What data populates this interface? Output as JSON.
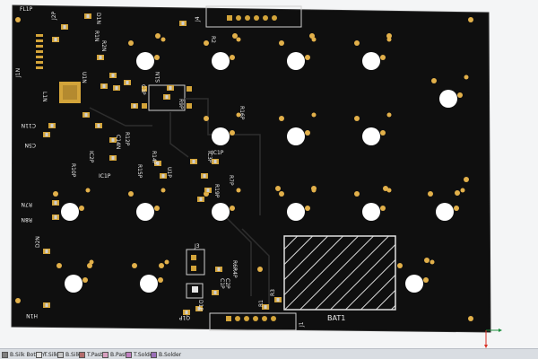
{
  "board": {
    "silk_labels": [
      {
        "id": "j4",
        "text": "J4"
      },
      {
        "id": "j1",
        "text": "J1"
      },
      {
        "id": "j3",
        "text": "J3"
      },
      {
        "id": "bat1",
        "text": "BAT1"
      },
      {
        "id": "s1n",
        "text": "S1N"
      },
      {
        "id": "r2",
        "text": "R2"
      },
      {
        "id": "r3",
        "text": "R3"
      },
      {
        "id": "r1",
        "text": "R1"
      },
      {
        "id": "r16p",
        "text": "R16P"
      },
      {
        "id": "r19p",
        "text": "R19P"
      },
      {
        "id": "r15p",
        "text": "R15P"
      },
      {
        "id": "r14p",
        "text": "R14P"
      },
      {
        "id": "r12p",
        "text": "R12P"
      },
      {
        "id": "r10p",
        "text": "R10P"
      },
      {
        "id": "r9p",
        "text": "R9P"
      },
      {
        "id": "r7p",
        "text": "R7P"
      },
      {
        "id": "r8n",
        "text": "R8N"
      },
      {
        "id": "r7n",
        "text": "R7N"
      },
      {
        "id": "r2n",
        "text": "R2N"
      },
      {
        "id": "r1n",
        "text": "R1N"
      },
      {
        "id": "r4p",
        "text": "R4P"
      },
      {
        "id": "u1p",
        "text": "U1P"
      },
      {
        "id": "c1p",
        "text": "C1P"
      },
      {
        "id": "c2p",
        "text": "C2P"
      },
      {
        "id": "c3p",
        "text": "C3P"
      },
      {
        "id": "c5n",
        "text": "C5N"
      },
      {
        "id": "c11n",
        "text": "C11N"
      },
      {
        "id": "c14n",
        "text": "C14N"
      },
      {
        "id": "ic2p",
        "text": "IC2P"
      },
      {
        "id": "ic3p",
        "text": "IC3P"
      },
      {
        "id": "ic1p",
        "text": "IC1P"
      },
      {
        "id": "ic1p2",
        "text": "IC1P"
      },
      {
        "id": "d1n",
        "text": "D1N"
      },
      {
        "id": "d2n",
        "text": "D2N"
      },
      {
        "id": "j1n",
        "text": "J1N"
      },
      {
        "id": "j2p",
        "text": "J2P"
      },
      {
        "id": "h1n",
        "text": "H1N"
      },
      {
        "id": "fl1p",
        "text": "FL1P"
      },
      {
        "id": "l1n",
        "text": "L1N"
      },
      {
        "id": "u1n",
        "text": "U1N"
      },
      {
        "id": "r6p",
        "text": "R6P"
      },
      {
        "id": "d1p",
        "text": "D1P"
      },
      {
        "id": "q1p",
        "text": "Q1P"
      }
    ]
  },
  "status": {
    "layers": [
      {
        "label": "B.Silk Bottom",
        "color": "#7f7f7f"
      },
      {
        "label": "T.Silk",
        "color": "#e0e0e0"
      },
      {
        "label": "B.Silk",
        "color": "#c8c8c8"
      },
      {
        "label": "T.Paste",
        "color": "#b36b6b"
      },
      {
        "label": "B.Paste",
        "color": "#d8a0c0"
      },
      {
        "label": "T.Solder",
        "color": "#c080c0"
      },
      {
        "label": "B.Solder",
        "color": "#9a6fb8"
      }
    ]
  }
}
